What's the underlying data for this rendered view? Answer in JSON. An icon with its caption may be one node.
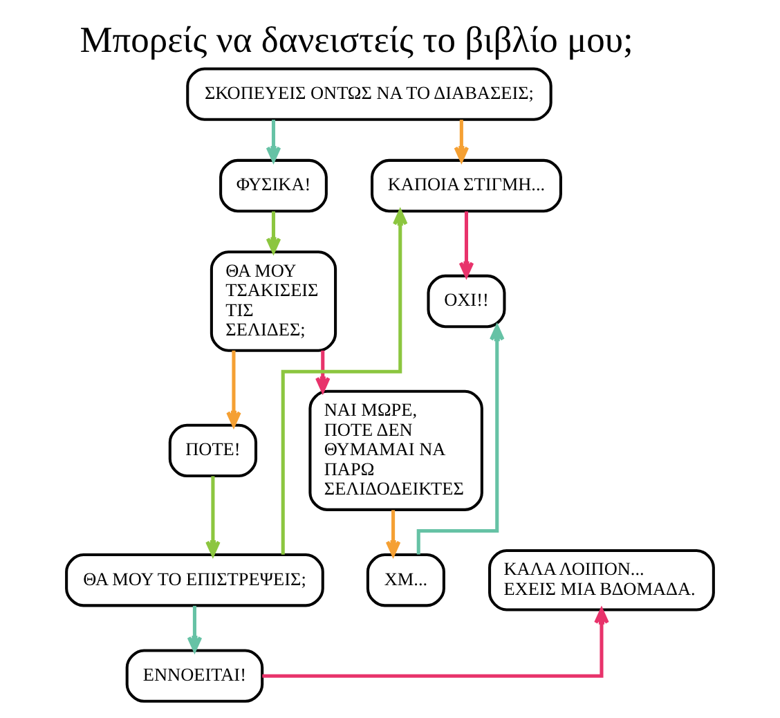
{
  "diagram": {
    "title": "Μπορείς να δανειστείς το βιβλίο μου;",
    "nodes": [
      {
        "text": [
          "ΣΚΟΠΕΥΕΙΣ ΟΝΤΩΣ ΝΑ ΤΟ ΔΙΑΒΑΣΕΙΣ;"
        ]
      },
      {
        "text": [
          "ΘΑ ΜΟΥ ΤΣΑΚΙΣΕΙΣ ΤΙΣ ΣΕΛΙΔΕΣ;"
        ]
      },
      {
        "text": [
          "ΦΥΣΙΚΑ!"
        ]
      },
      {
        "text": [
          "ΚΑΠΟΙΑ ΣΤΙΓΜΗ..."
        ]
      },
      {
        "text": [
          "ΝΑΙ ΜΩΡΕ, ΠΟΤΕ ΔΕΝ ΘΥΜΑΜΑΙ ΝΑ ΠΑΡΩ ΣΕΛΙΔΟΔΕΙΚΤΕΣ"
        ]
      },
      {
        "text": [
          "ΟΧΙ!!"
        ]
      },
      {
        "text": [
          "ΠΟΤΕ!"
        ]
      },
      {
        "text": [
          "ΧΜ..."
        ]
      },
      {
        "text": [
          "ΚΑΛΑ ΛΟΙΠΟΝ... ΕΧΕΙΣ ΜΙΑ ΒΔΟΜΑΔΑ."
        ]
      },
      {
        "text": [
          "ΘΑ ΜΟΥ ΤΟ ΕΠΙΣΤΡΕΨΕΙΣ;"
        ]
      },
      {
        "text": [
          "ΕΝΝΟΕΙΤΑΙ!"
        ]
      }
    ],
    "edges": [
      {
        "from": 0,
        "to": 2,
        "arrow": "to",
        "color": "#66c2a5"
      },
      {
        "from": 0,
        "to": 3,
        "arrow": "to",
        "color": "#f5a033"
      },
      {
        "from": 2,
        "to": 1,
        "arrow": "to",
        "color": "#8cc63f"
      },
      {
        "from": 1,
        "to": 6,
        "arrow": "to",
        "color": "#f5a033"
      },
      {
        "from": 1,
        "to": 4,
        "arrow": "to",
        "color": "#e8336b"
      },
      {
        "from": 3,
        "to": 5,
        "arrow": "to",
        "color": "#e8336b"
      },
      {
        "from": 4,
        "to": 7,
        "arrow": "to",
        "color": "#f5a033"
      },
      {
        "from": 7,
        "to": 5,
        "arrow": "to",
        "color": "#66c2a5"
      },
      {
        "from": 6,
        "to": 9,
        "arrow": "to",
        "color": "#8cc63f"
      },
      {
        "from": 9,
        "to": 3,
        "arrow": "to",
        "color": "#8cc63f"
      },
      {
        "from": 9,
        "to": 10,
        "arrow": "to",
        "color": "#66c2a5"
      },
      {
        "from": 10,
        "to": 8,
        "arrow": "to",
        "color": "#e8336b"
      }
    ]
  }
}
